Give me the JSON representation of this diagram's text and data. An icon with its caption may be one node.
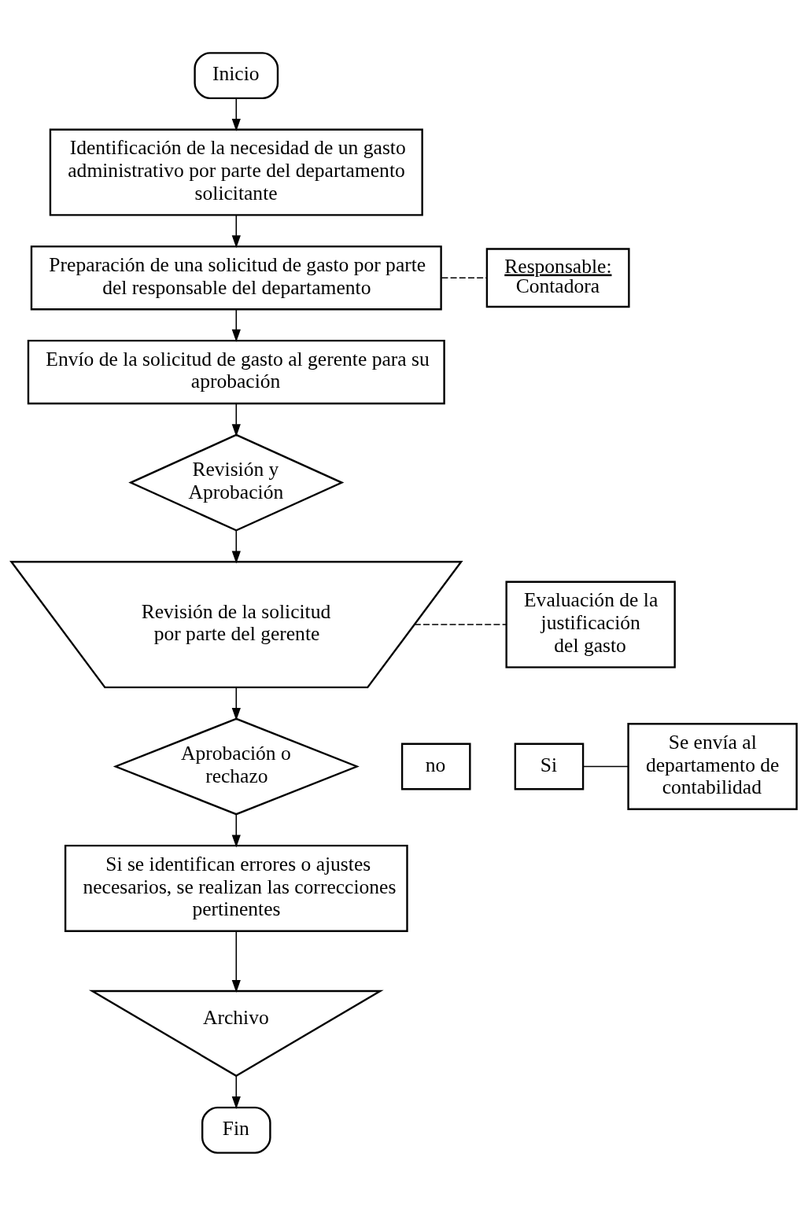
{
  "diagram": {
    "nodes": [
      {
        "text": [
          "Inicio"
        ]
      },
      {
        "text": [
          "Identificación de la necesidad de un gasto administrativo por parte del departamento solicitante"
        ]
      },
      {
        "text": [
          "Preparación de una solicitud de gasto por parte del responsable del departamento"
        ]
      },
      {
        "text": [
          "Responsable:",
          "Contadora"
        ]
      },
      {
        "text": [
          "Envío de la solicitud de gasto al gerente para su aprobación"
        ]
      },
      {
        "text": [
          "Revisión y Aprobación"
        ]
      },
      {
        "text": [
          "Revisión de la solicitud por parte del gerente"
        ]
      },
      {
        "text": [
          "Evaluación de la justificación del gasto"
        ]
      },
      {
        "text": [
          "no"
        ]
      },
      {
        "text": [
          "Aprobación o rechazo"
        ]
      },
      {
        "text": [
          "Si"
        ]
      },
      {
        "text": [
          "Se envía al departamento de contabilidad"
        ]
      },
      {
        "text": [
          "Si se identifican errores o ajustes necesarios, se realizan las correcciones pertinentes"
        ]
      },
      {
        "text": [
          "Archivo"
        ]
      },
      {
        "text": [
          "Fin"
        ]
      }
    ],
    "edges": [
      {
        "from": 0,
        "to": 1,
        "arrow": "to"
      },
      {
        "from": 1,
        "to": 2,
        "arrow": "to"
      },
      {
        "from": 2,
        "to": 3,
        "arrow": "none",
        "style": "dashed"
      },
      {
        "from": 2,
        "to": 4,
        "arrow": "to"
      },
      {
        "from": 4,
        "to": 5,
        "arrow": "to"
      },
      {
        "from": 5,
        "to": 6,
        "arrow": "to"
      },
      {
        "from": 6,
        "to": 7,
        "arrow": "none",
        "style": "dashed"
      },
      {
        "from": 6,
        "to": 9,
        "arrow": "to"
      },
      {
        "from": 10,
        "to": 11,
        "arrow": "none"
      },
      {
        "from": 9,
        "to": 12,
        "arrow": "to"
      },
      {
        "from": 12,
        "to": 13,
        "arrow": "to"
      },
      {
        "from": 13,
        "to": 14,
        "arrow": "to"
      }
    ]
  }
}
